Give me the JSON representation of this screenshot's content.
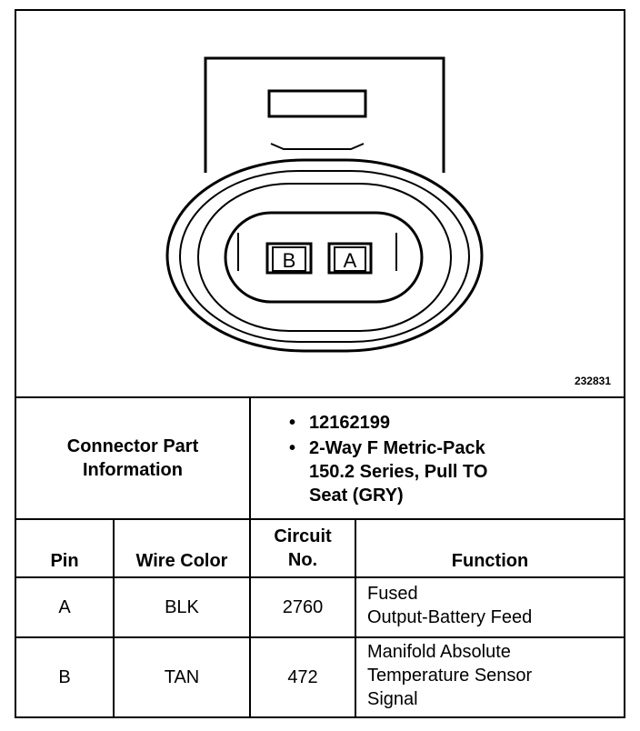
{
  "diagram": {
    "figure_id": "232831",
    "pin_labels": [
      "B",
      "A"
    ]
  },
  "connector": {
    "label": "Connector Part\nInformation",
    "part_info": [
      "12162199",
      "2-Way F Metric-Pack\n150.2 Series, Pull TO\nSeat (GRY)"
    ]
  },
  "table": {
    "headers": {
      "pin": "Pin",
      "wire_color": "Wire Color",
      "circuit": "Circuit\nNo.",
      "function": "Function"
    },
    "rows": [
      {
        "pin": "A",
        "wire_color": "BLK",
        "circuit": "2760",
        "function": "Fused\nOutput-Battery Feed"
      },
      {
        "pin": "B",
        "wire_color": "TAN",
        "circuit": "472",
        "function": "Manifold Absolute\nTemperature Sensor\nSignal"
      }
    ]
  }
}
